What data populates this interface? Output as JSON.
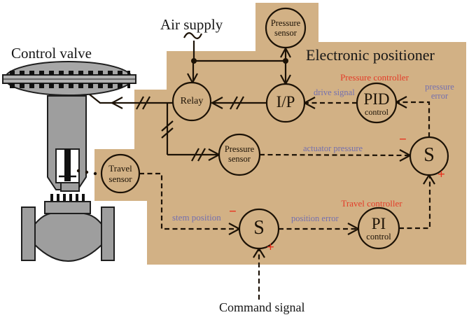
{
  "titles": {
    "control_valve": "Control valve",
    "air_supply": "Air supply",
    "electronic_positioner": "Electronic positioner",
    "command_signal": "Command signal"
  },
  "nodes": {
    "pressure_sensor_top": {
      "line1": "Pressure",
      "line2": "sensor"
    },
    "relay": {
      "label": "Relay"
    },
    "ip_converter": {
      "label": "I/P"
    },
    "pid": {
      "label": "PID",
      "sublabel": "control"
    },
    "pressure_sum": {
      "label": "S"
    },
    "pressure_sensor": {
      "line1": "Pressure",
      "line2": "sensor"
    },
    "travel_sensor": {
      "line1": "Travel",
      "line2": "sensor"
    },
    "position_sum": {
      "label": "S"
    },
    "pi": {
      "label": "PI",
      "sublabel": "control"
    }
  },
  "signal_labels": {
    "pressure_controller": "Pressure controller",
    "travel_controller": "Travel controller",
    "drive_signal": "drive signal",
    "pressure_error_line1": "pressure",
    "pressure_error_line2": "error",
    "actuator_pressure": "actuator pressure",
    "stem_position": "stem position",
    "position_error": "position error"
  },
  "signs": {
    "pressure_sum_minus": "−",
    "pressure_sum_plus": "+",
    "position_sum_minus": "−",
    "position_sum_plus": "+"
  },
  "colors": {
    "positioner_background": "#d2b185",
    "line": "#1c1206",
    "controller_label_red": "#e43c28",
    "signal_label_blue": "#7470af",
    "valve_gray": "#9e9e9e"
  }
}
